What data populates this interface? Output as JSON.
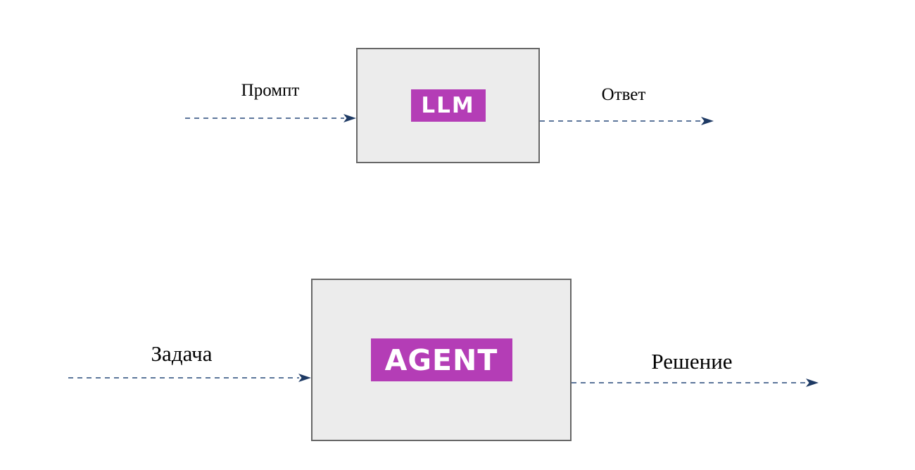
{
  "diagram": {
    "colors": {
      "background": "#ffffff",
      "box_fill": "#ececec",
      "box_border": "#676767",
      "badge_bg": "#b43db6",
      "badge_text": "#ffffff",
      "arrow_dash": "#5c769b",
      "arrow_head": "#1e3a64",
      "label_text": "#000000"
    },
    "rows": [
      {
        "name": "llm-flow",
        "input_label": "Промпт",
        "node_label": "LLM",
        "output_label": "Ответ"
      },
      {
        "name": "agent-flow",
        "input_label": "Задача",
        "node_label": "AGENT",
        "output_label": "Решение"
      }
    ]
  }
}
